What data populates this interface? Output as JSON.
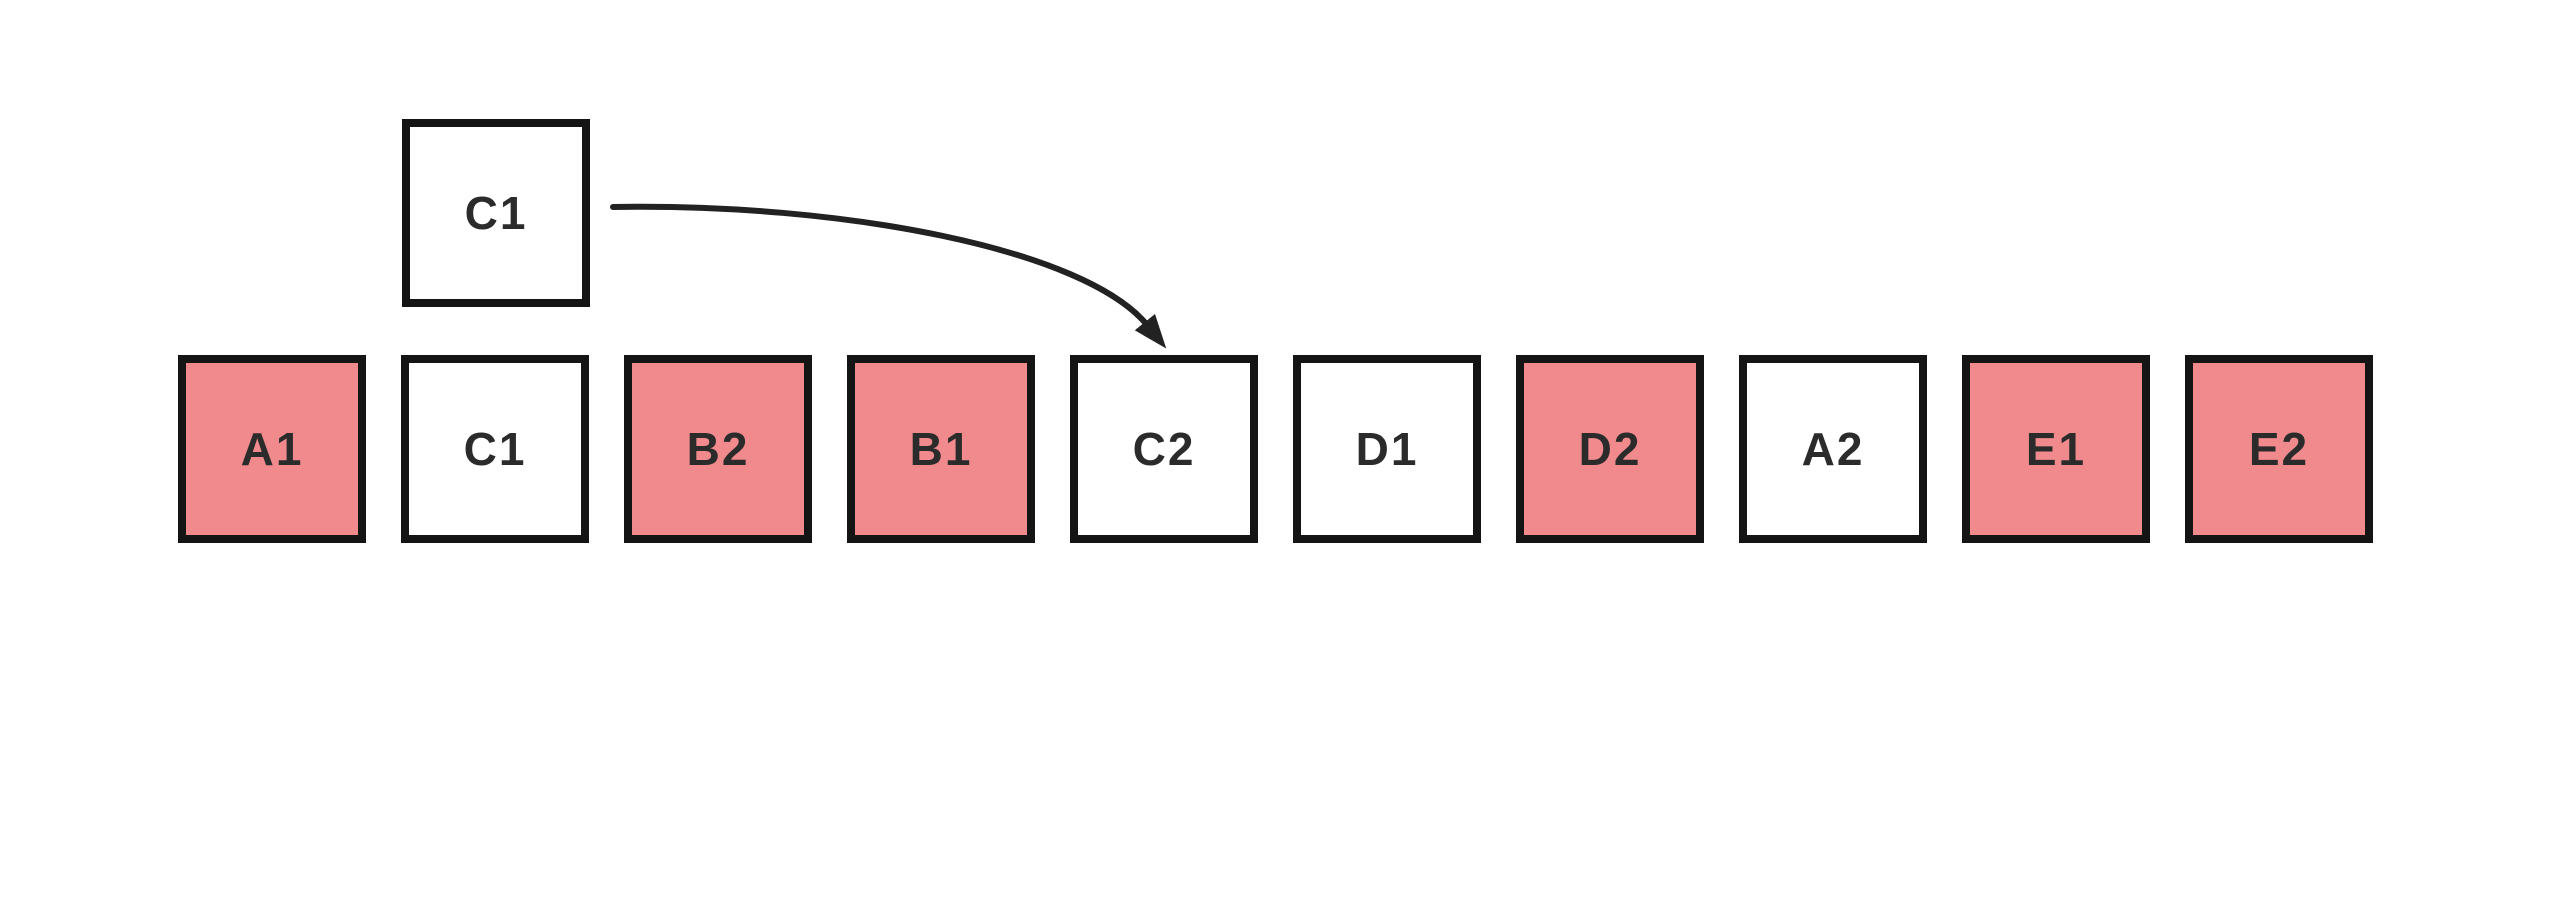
{
  "diagram": {
    "title": "tile insertion diagram",
    "background_color": "#FFFFFF",
    "colors": {
      "tile_border": "#141414",
      "tile_fill_default": "#FFFFFF",
      "tile_fill_highlight": "#F18A8C",
      "tile_text": "#2B2B2B",
      "arrow": "#222222"
    },
    "floating_tile": {
      "label": "C1",
      "highlighted": false
    },
    "arrow": {
      "from_label": "C1",
      "points_to_label": "C2",
      "style": "curved"
    },
    "tiles": [
      {
        "label": "A1",
        "highlighted": true
      },
      {
        "label": "C1",
        "highlighted": false
      },
      {
        "label": "B2",
        "highlighted": true
      },
      {
        "label": "B1",
        "highlighted": true
      },
      {
        "label": "C2",
        "highlighted": false
      },
      {
        "label": "D1",
        "highlighted": false
      },
      {
        "label": "D2",
        "highlighted": true
      },
      {
        "label": "A2",
        "highlighted": false
      },
      {
        "label": "E1",
        "highlighted": true
      },
      {
        "label": "E2",
        "highlighted": true
      }
    ]
  }
}
